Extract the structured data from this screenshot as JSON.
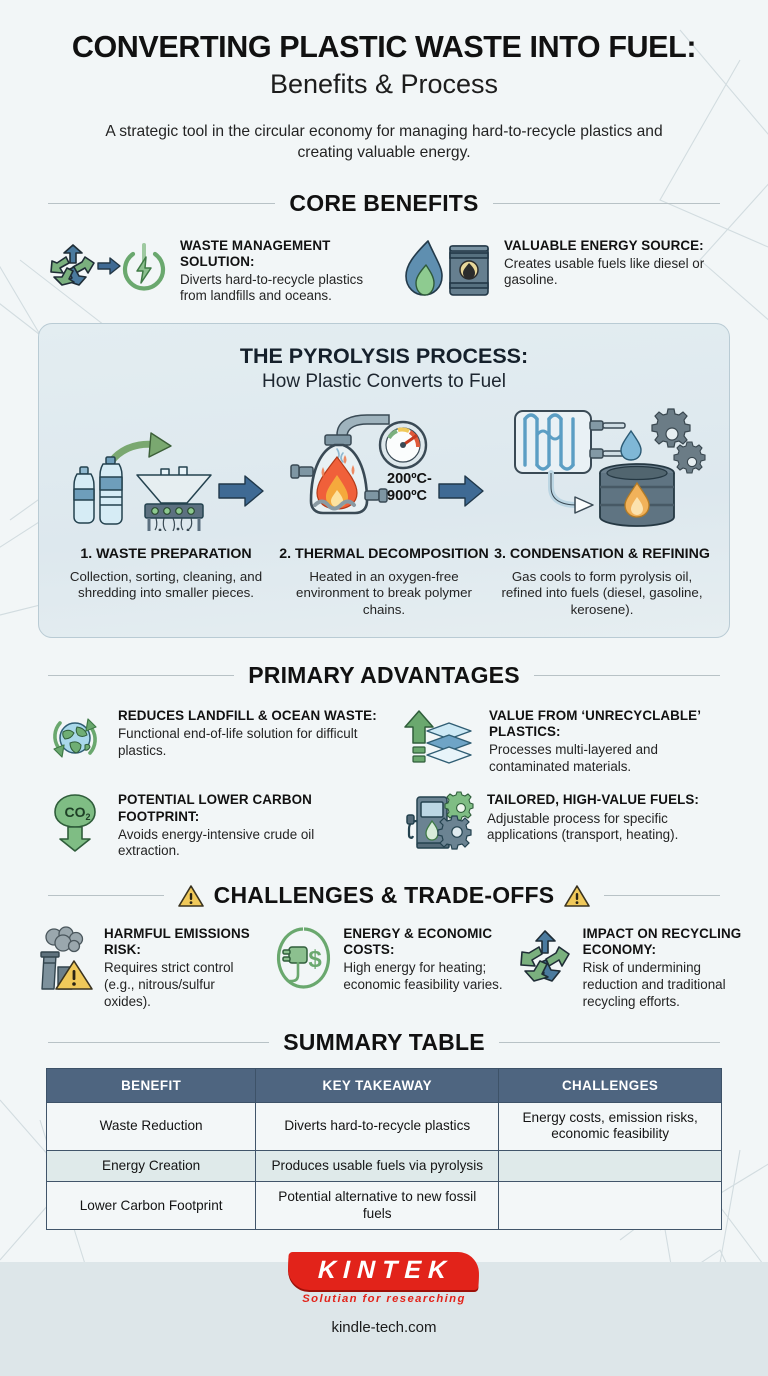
{
  "header": {
    "title_main": "CONVERTING PLASTIC WASTE INTO FUEL:",
    "title_sub": "Benefits & Process",
    "subtitle": "A strategic tool in the circular economy for managing hard-to-recycle plastics and creating valuable energy."
  },
  "core_benefits": {
    "section_title": "CORE BENEFITS",
    "items": [
      {
        "icon": "recycle-to-energy-icon",
        "heading": "WASTE MANAGEMENT SOLUTION:",
        "body": "Diverts hard-to-recycle plastics from landfills and oceans."
      },
      {
        "icon": "flame-oil-barrel-icon",
        "heading": "VALUABLE ENERGY SOURCE:",
        "body": "Creates usable fuels like diesel or gasoline."
      }
    ]
  },
  "pyrolysis": {
    "title": "THE PYROLYSIS PROCESS:",
    "subtitle": "How Plastic Converts to Fuel",
    "temperature_label_line1": "200ºC-",
    "temperature_label_line2": "900ºC",
    "steps": [
      {
        "icon": "plastic-bottles-shredder-icon",
        "title": "1. WASTE PREPARATION",
        "body": "Collection, sorting, cleaning, and shredding into smaller pieces."
      },
      {
        "icon": "pyrolysis-reactor-flame-icon",
        "title": "2. THERMAL DECOMPOSITION",
        "body": "Heated in an oxygen-free environment to break polymer chains."
      },
      {
        "icon": "condenser-fuel-barrel-icon",
        "title": "3. CONDENSATION & REFINING",
        "body": "Gas cools to form pyrolysis oil, refined into fuels (diesel, gasoline, kerosene)."
      }
    ]
  },
  "advantages": {
    "section_title": "PRIMARY ADVANTAGES",
    "items": [
      {
        "icon": "globe-recycle-icon",
        "heading": "REDUCES LANDFILL & OCEAN WASTE:",
        "body": "Functional end-of-life solution for difficult plastics."
      },
      {
        "icon": "up-arrow-layers-icon",
        "heading": "VALUE FROM ‘UNRECYCLABLE’ PLASTICS:",
        "body": "Processes multi-layered and contaminated materials."
      },
      {
        "icon": "co2-leaf-down-arrow-icon",
        "heading": "POTENTIAL LOWER CARBON FOOTPRINT:",
        "body": "Avoids energy-intensive crude oil extraction."
      },
      {
        "icon": "fuel-pump-gears-icon",
        "heading": "TAILORED, HIGH-VALUE FUELS:",
        "body": "Adjustable process for specific applications (transport, heating)."
      }
    ]
  },
  "challenges": {
    "section_title": "CHALLENGES & TRADE-OFFS",
    "items": [
      {
        "icon": "factory-smoke-warning-icon",
        "heading": "HARMFUL EMISSIONS RISK:",
        "body": "Requires strict control (e.g., nitrous/sulfur oxides)."
      },
      {
        "icon": "plug-dollar-icon",
        "heading": "ENERGY & ECONOMIC COSTS:",
        "body": "High energy for heating; economic feasibility varies."
      },
      {
        "icon": "recycle-arrows-icon",
        "heading": "IMPACT ON RECYCLING ECONOMY:",
        "body": "Risk of undermining reduction and traditional recycling efforts."
      }
    ]
  },
  "summary_table": {
    "section_title": "SUMMARY TABLE",
    "columns": [
      "BENEFIT",
      "KEY TAKEAWAY",
      "CHALLENGES"
    ],
    "rows": [
      [
        "Waste Reduction",
        "Diverts hard-to-recycle plastics",
        "Energy costs, emission risks, economic feasibility"
      ],
      [
        "Energy Creation",
        "Produces usable fuels via pyrolysis",
        ""
      ],
      [
        "Lower Carbon Footprint",
        "Potential alternative to new fossil fuels",
        ""
      ]
    ]
  },
  "footer": {
    "logo_word": "KINTEK",
    "logo_tagline": "Solutian for researching",
    "url": "kindle-tech.com"
  },
  "colors": {
    "accent_green": "#6aa86e",
    "accent_blue": "#3f6a94",
    "steel": "#5c7080",
    "warning_yellow": "#f0c95a",
    "brand_red": "#e2231a",
    "table_header": "#4e6580"
  }
}
